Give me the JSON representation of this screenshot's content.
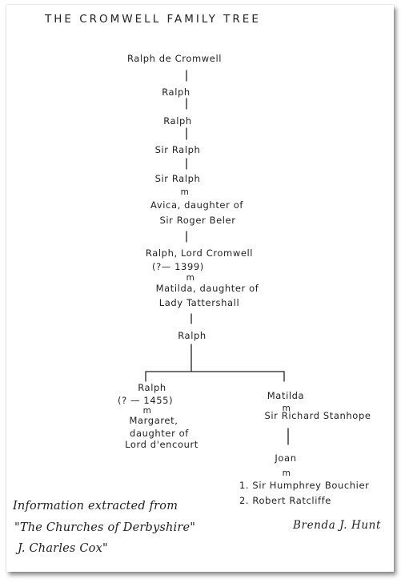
{
  "title": "THE CROMWELL FAMILY TREE",
  "marriage_mark": "m",
  "generations": [
    "Ralph de Cromwell",
    "Ralph",
    "Ralph",
    "Sir Ralph",
    "Sir Ralph"
  ],
  "spouse_1": {
    "line1": "Avica, daughter of",
    "line2": "Sir Roger Beler"
  },
  "lord_cromwell": {
    "name": "Ralph, Lord Cromwell",
    "dates": "(?— 1399)"
  },
  "spouse_2": {
    "line1": "Matilda, daughter of",
    "line2": "Lady Tattershall"
  },
  "ralph_last": "Ralph",
  "left_branch": {
    "name": "Ralph",
    "dates": "(? — 1455)",
    "spouse_name": "Margaret,",
    "spouse_line2": "daughter of",
    "spouse_line3": "Lord d'encourt"
  },
  "right_branch": {
    "name": "Matilda",
    "spouse": "Sir Richard Stanhope",
    "child": "Joan",
    "marriages": [
      "1. Sir Humphrey Bouchier",
      "2. Robert Ratcliffe"
    ]
  },
  "footer": {
    "line1": "Information extracted from",
    "line2": "\"The Churches of Derbyshire\"",
    "line3": "J. Charles Cox\"",
    "signature": "Brenda J. Hunt"
  }
}
